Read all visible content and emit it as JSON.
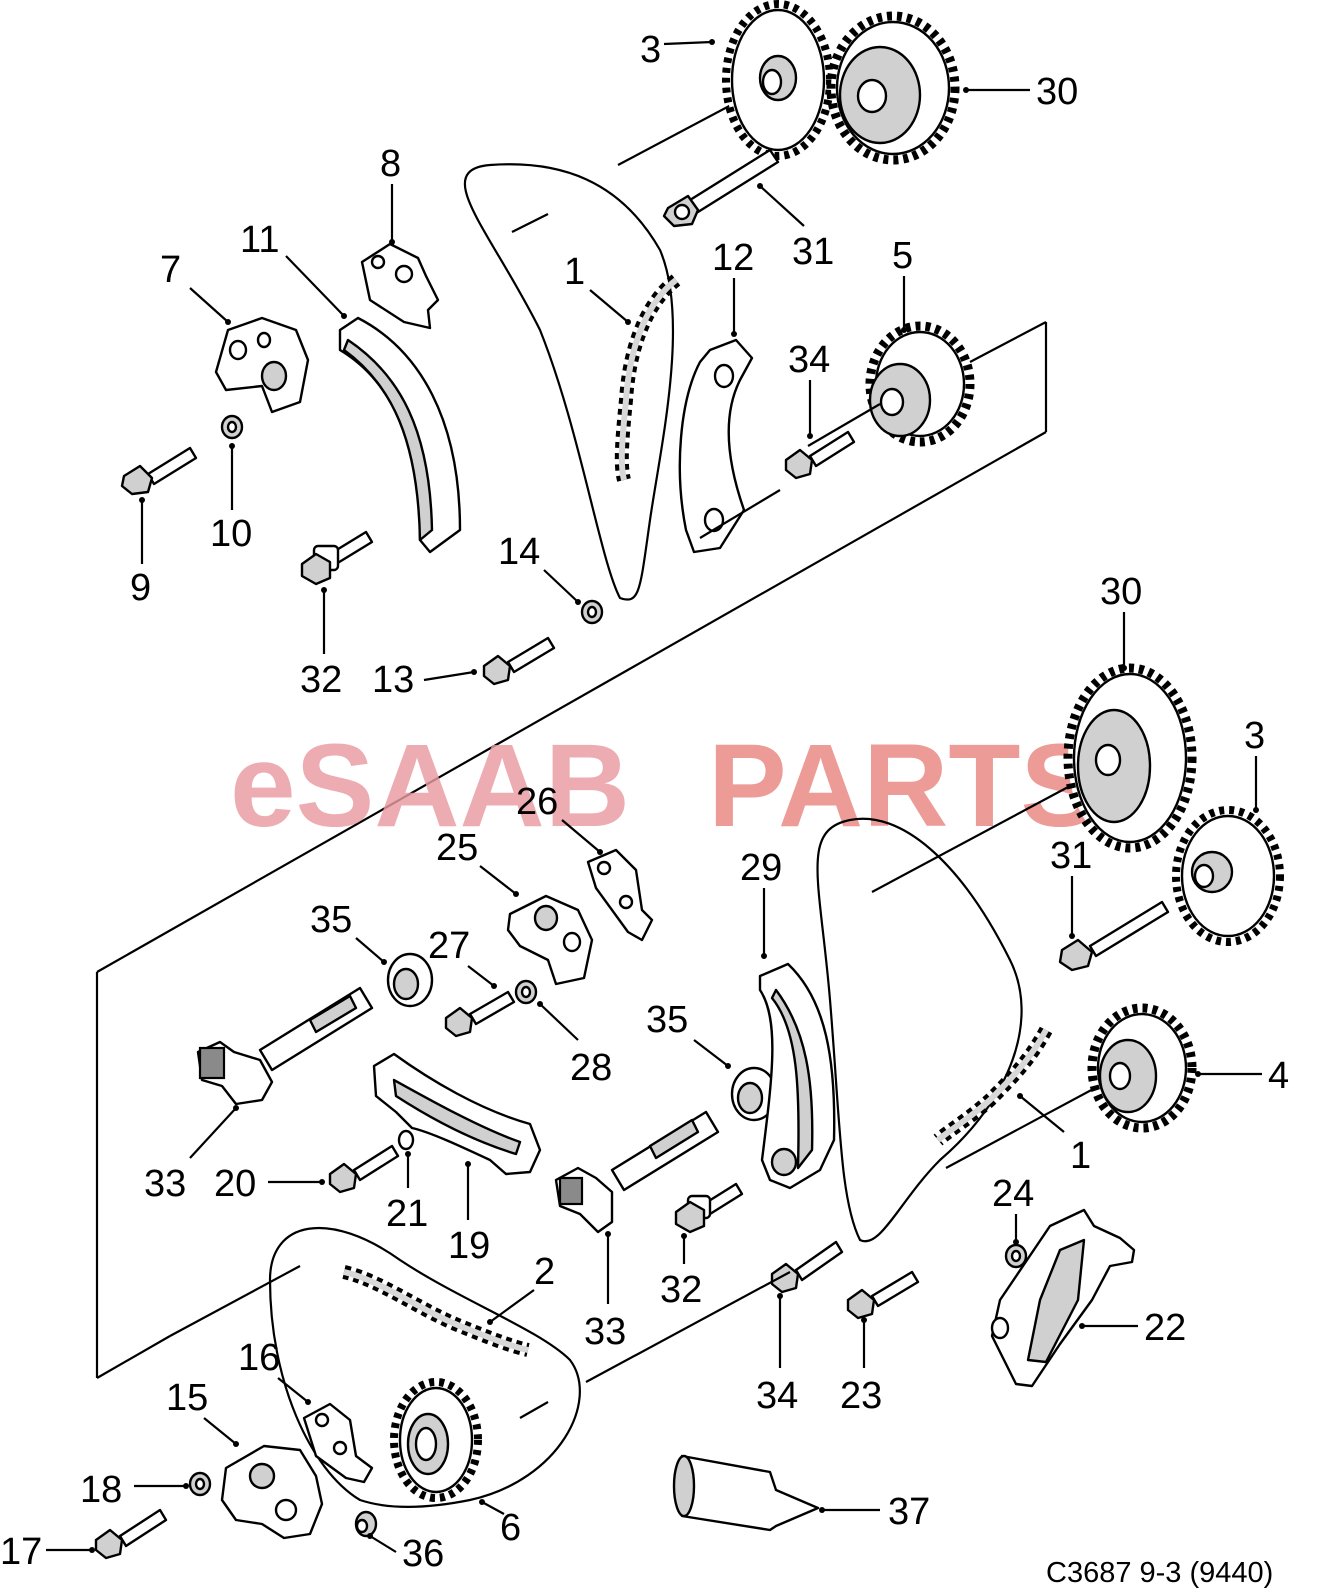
{
  "watermark": {
    "part1": "eSAAB",
    "part2": "PARTS",
    "color1": "#e89aa0",
    "color2": "#e8857f"
  },
  "caption": "C3687 9-3 (9440)",
  "callouts": {
    "upper": {
      "c3": "3",
      "c30": "30",
      "c31": "31",
      "c8": "8",
      "c11": "11",
      "c7": "7",
      "c1": "1",
      "c12": "12",
      "c5": "5",
      "c34": "34",
      "c9": "9",
      "c10": "10",
      "c14": "14",
      "c32": "32",
      "c13": "13"
    },
    "lower": {
      "c30": "30",
      "c3": "3",
      "c26": "26",
      "c25": "25",
      "c29": "29",
      "c35a": "35",
      "c27": "27",
      "c31": "31",
      "c28": "28",
      "c35b": "35",
      "c4": "4",
      "c1": "1",
      "c33a": "33",
      "c20": "20",
      "c21": "21",
      "c19": "19",
      "c24": "24",
      "c2": "2",
      "c32": "32",
      "c22": "22",
      "c33b": "33",
      "c34": "34",
      "c23": "23",
      "c16": "16",
      "c15": "15",
      "c18": "18",
      "c6": "6",
      "c37": "37",
      "c17": "17",
      "c36": "36"
    }
  }
}
